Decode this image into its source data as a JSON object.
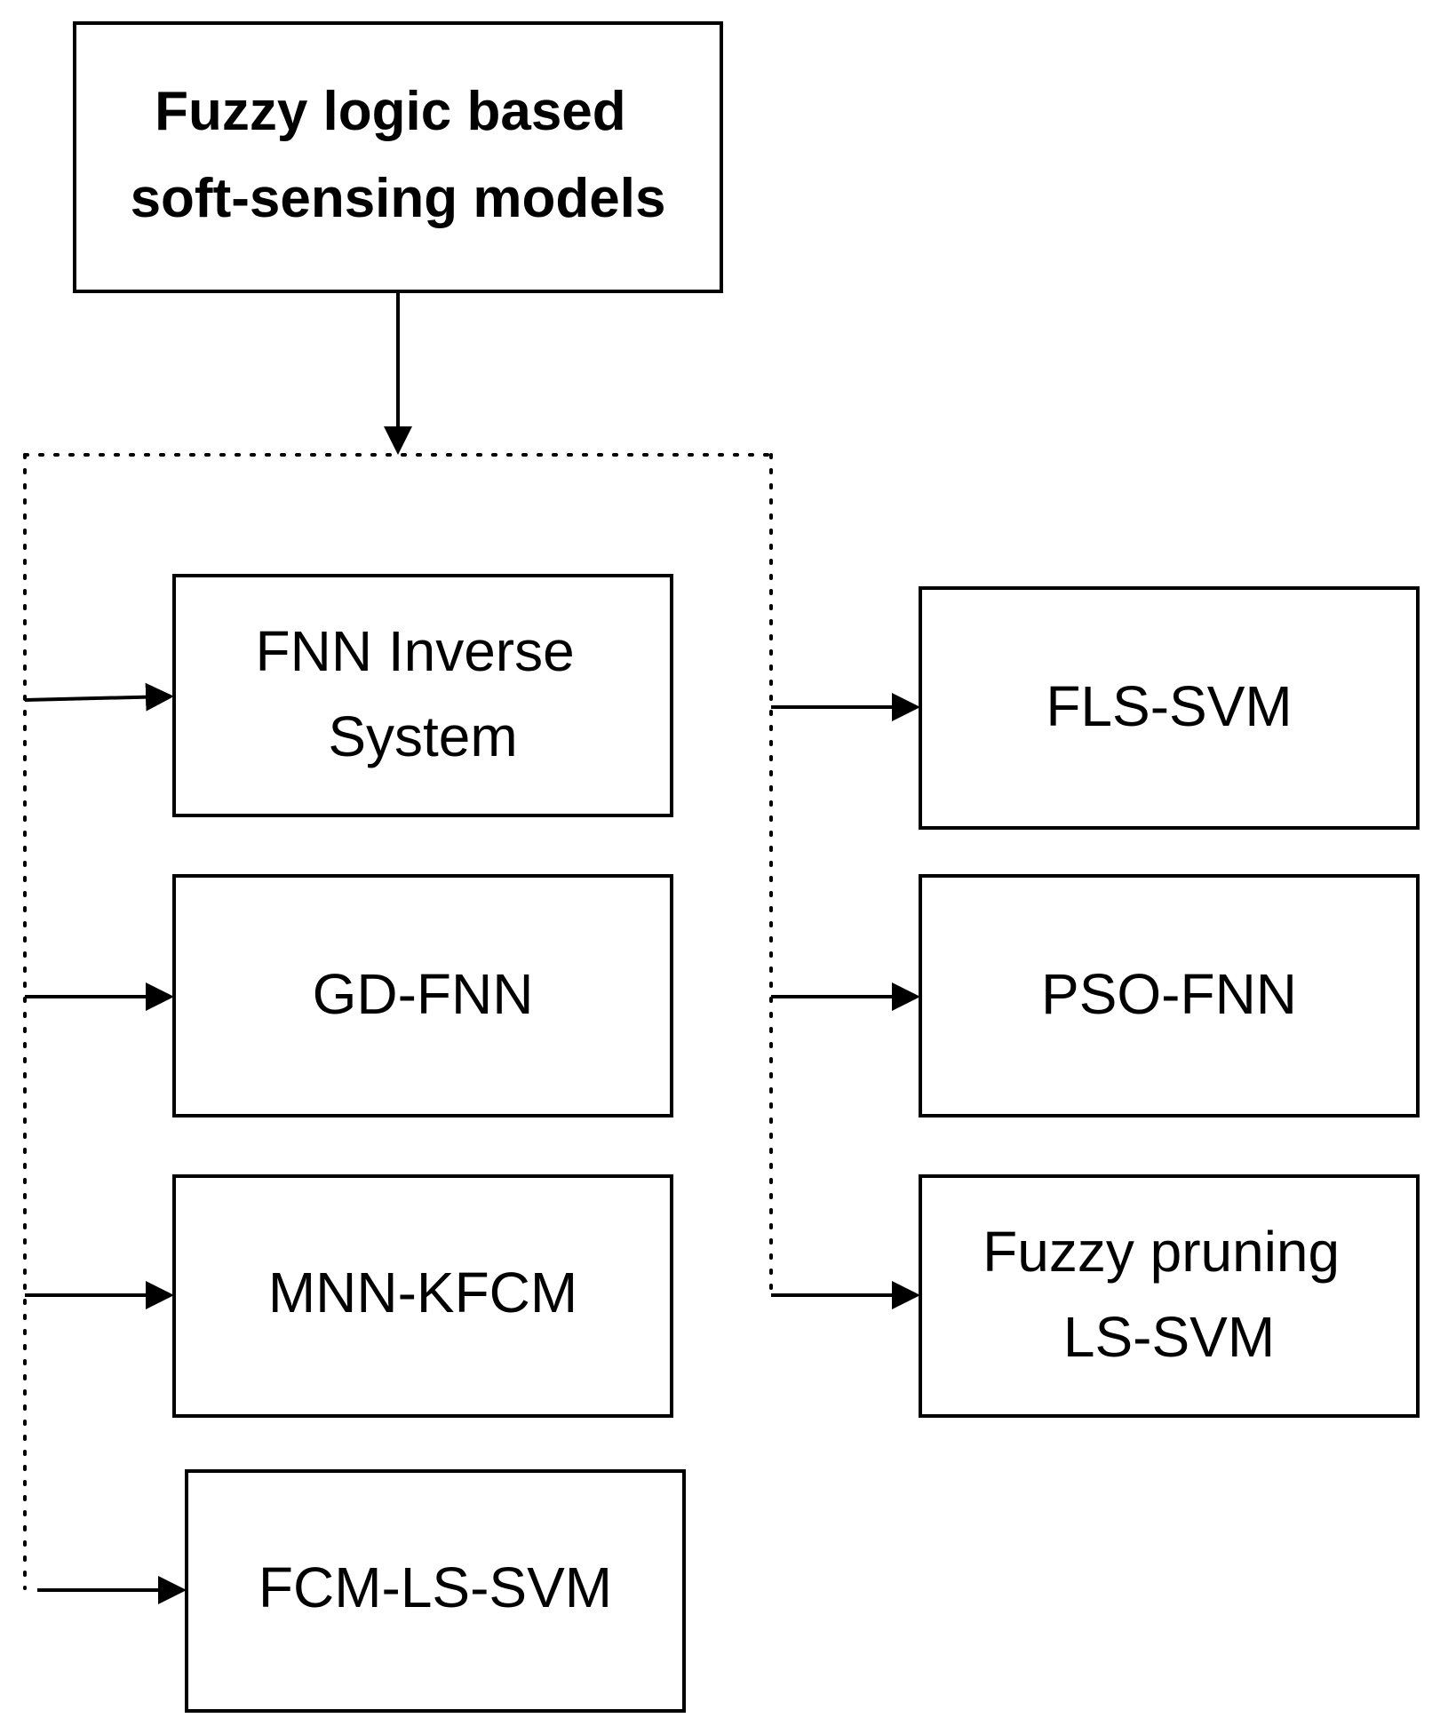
{
  "diagram": {
    "root": {
      "lines": [
        "Fuzzy logic based",
        "soft-sensing models"
      ]
    },
    "left_models": [
      {
        "lines": [
          "FNN Inverse",
          "System"
        ]
      },
      {
        "lines": [
          "GD-FNN"
        ]
      },
      {
        "lines": [
          "MNN-KFCM"
        ]
      },
      {
        "lines": [
          "FCM-LS-SVM"
        ]
      }
    ],
    "right_models": [
      {
        "lines": [
          "FLS-SVM"
        ]
      },
      {
        "lines": [
          "PSO-FNN"
        ]
      },
      {
        "lines": [
          "Fuzzy pruning",
          "LS-SVM"
        ]
      }
    ]
  }
}
